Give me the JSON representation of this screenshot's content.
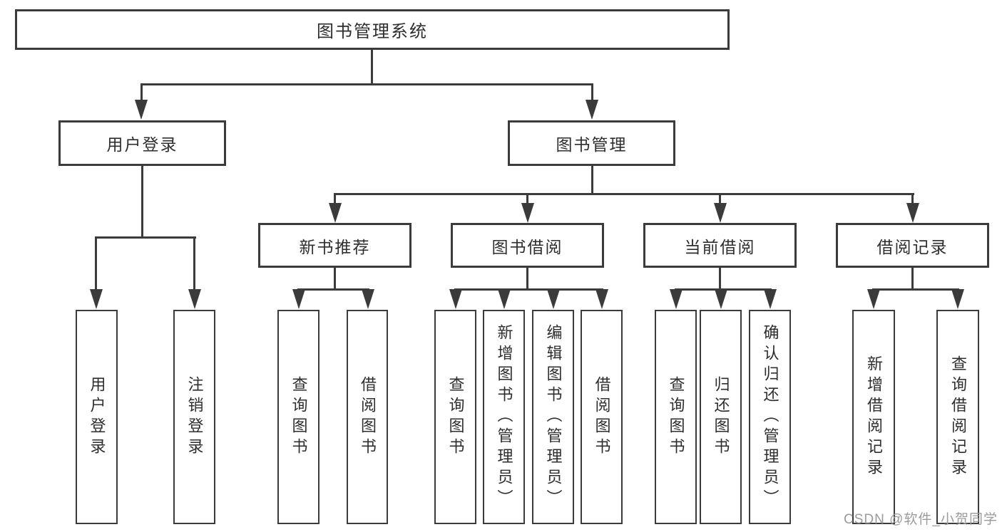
{
  "diagram": {
    "type": "hierarchy-tree",
    "root": {
      "label": "图书管理系统"
    },
    "level2": [
      {
        "id": "user-login",
        "label": "用户登录"
      },
      {
        "id": "book-management",
        "label": "图书管理"
      }
    ],
    "level3": [
      {
        "id": "new-book-recommend",
        "label": "新书推荐",
        "parent": "book-management"
      },
      {
        "id": "book-borrow",
        "label": "图书借阅",
        "parent": "book-management"
      },
      {
        "id": "current-borrow",
        "label": "当前借阅",
        "parent": "book-management"
      },
      {
        "id": "borrow-record",
        "label": "借阅记录",
        "parent": "book-management"
      }
    ],
    "leaves": {
      "user_login": [
        "用户登录",
        "注销登录"
      ],
      "new_book": [
        "查询图书",
        "借阅图书"
      ],
      "book_borrow": [
        "查询图书",
        "新增图书（管理员）",
        "编辑图书（管理员）",
        "借阅图书"
      ],
      "current_borrow": [
        "查询图书",
        "归还图书",
        "确认归还（管理员）"
      ],
      "borrow_record": [
        "新增借阅记录",
        "查询借阅记录"
      ]
    }
  },
  "watermark": "CSDN @软件_小贺同学",
  "colors": {
    "line": "#3b3b3b",
    "text": "#2e2e2e",
    "background": "#ffffff",
    "watermark": "#9b9b9e"
  }
}
